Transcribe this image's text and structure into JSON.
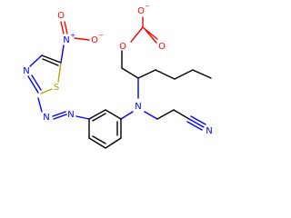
{
  "diagram": {
    "type": "structural-formula",
    "atom_colors": {
      "O": "#ff0000",
      "N": "#0000ff",
      "S": "#b8a000",
      "C": "#000000"
    },
    "labels": {
      "o_minus": "O",
      "o_minus_charge": "−",
      "o_ester": "O",
      "o_carbonyl": "O",
      "n_amine": "N",
      "n_nitrile": "N",
      "n_nitro": "N",
      "n_nitro_charge": "+",
      "o_nitro_minus": "O",
      "o_nitro_minus_charge": "−",
      "o_nitro_double": "O",
      "n_thiazole": "N",
      "s_thiazole": "S",
      "n_azo_1": "N",
      "n_azo_2": "N"
    }
  }
}
